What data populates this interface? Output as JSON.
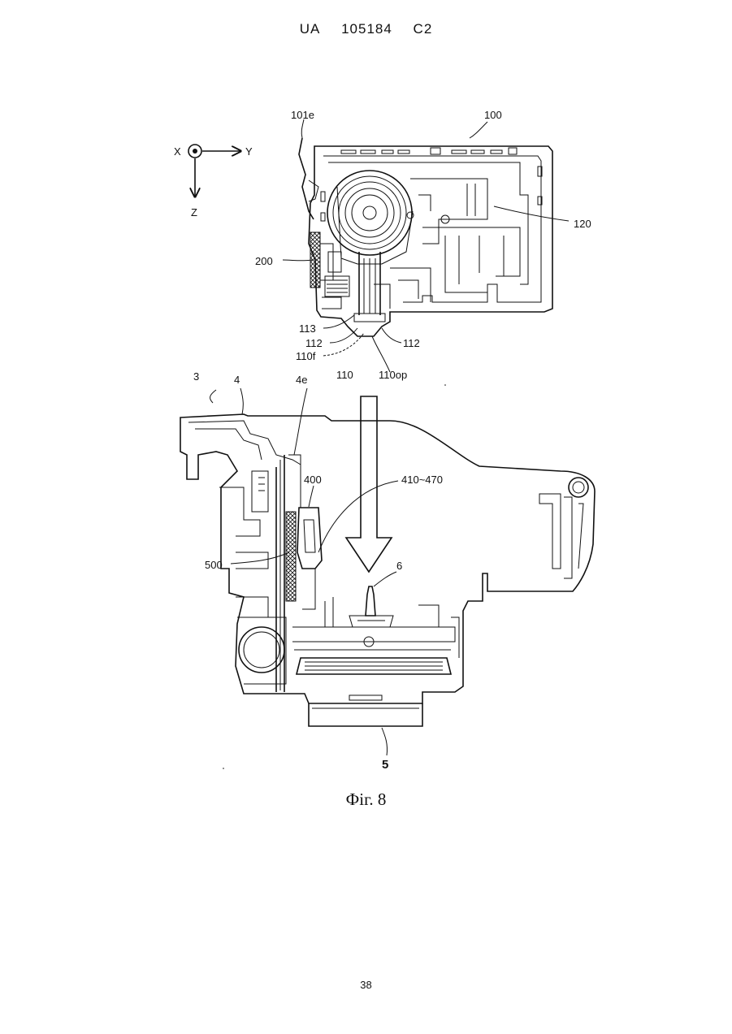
{
  "header": {
    "country": "UA",
    "number": "105184",
    "kind": "C2"
  },
  "axes": {
    "x": "X",
    "y": "Y",
    "z": "Z"
  },
  "labels": {
    "l101e": "101e",
    "l100": "100",
    "l120": "120",
    "l200": "200",
    "l113": "113",
    "l112a": "112",
    "l112b": "112",
    "l110f": "110f",
    "l110": "110",
    "l110op": "110op",
    "l3": "3",
    "l4": "4",
    "l4e": "4e",
    "l400": "400",
    "l410": "410~470",
    "l500": "500",
    "l6": "6",
    "l5": "5"
  },
  "caption": "Фіг. 8",
  "page_number": "38"
}
